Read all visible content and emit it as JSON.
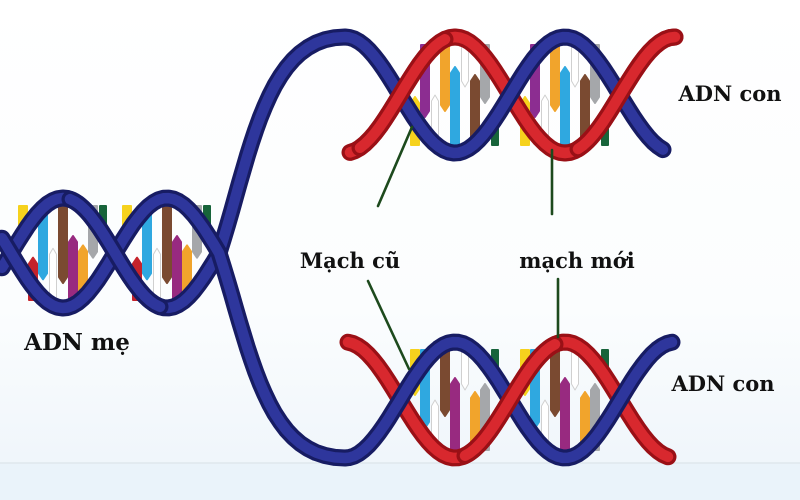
{
  "labels": {
    "parent_dna": "ADN mẹ",
    "daughter_dna_top": "ADN con",
    "daughter_dna_bottom": "ADN con",
    "old_strand": "Mạch cũ",
    "new_strand": "mạch mới"
  },
  "colors": {
    "old_strand_blue": "#2e369c",
    "old_strand_blue_dark": "#171c63",
    "new_strand_red": "#d8282e",
    "new_strand_red_dark": "#9a1016",
    "annotation_line": "#1d4a1d",
    "text": "#111111",
    "background_top": "#ffffff",
    "background_bottom": "#eaf3fa",
    "divider": "#dfe7ec",
    "bases": {
      "yellow": "#f6d21d",
      "red": "#c5232b",
      "skyblue": "#2fa8e0",
      "magenta": "#982a80",
      "purple": "#8c2d91",
      "white": "#ffffff",
      "brown": "#7a4a31",
      "orange": "#f1a42c",
      "gray": "#a5a7aa",
      "green": "#17643a"
    }
  }
}
